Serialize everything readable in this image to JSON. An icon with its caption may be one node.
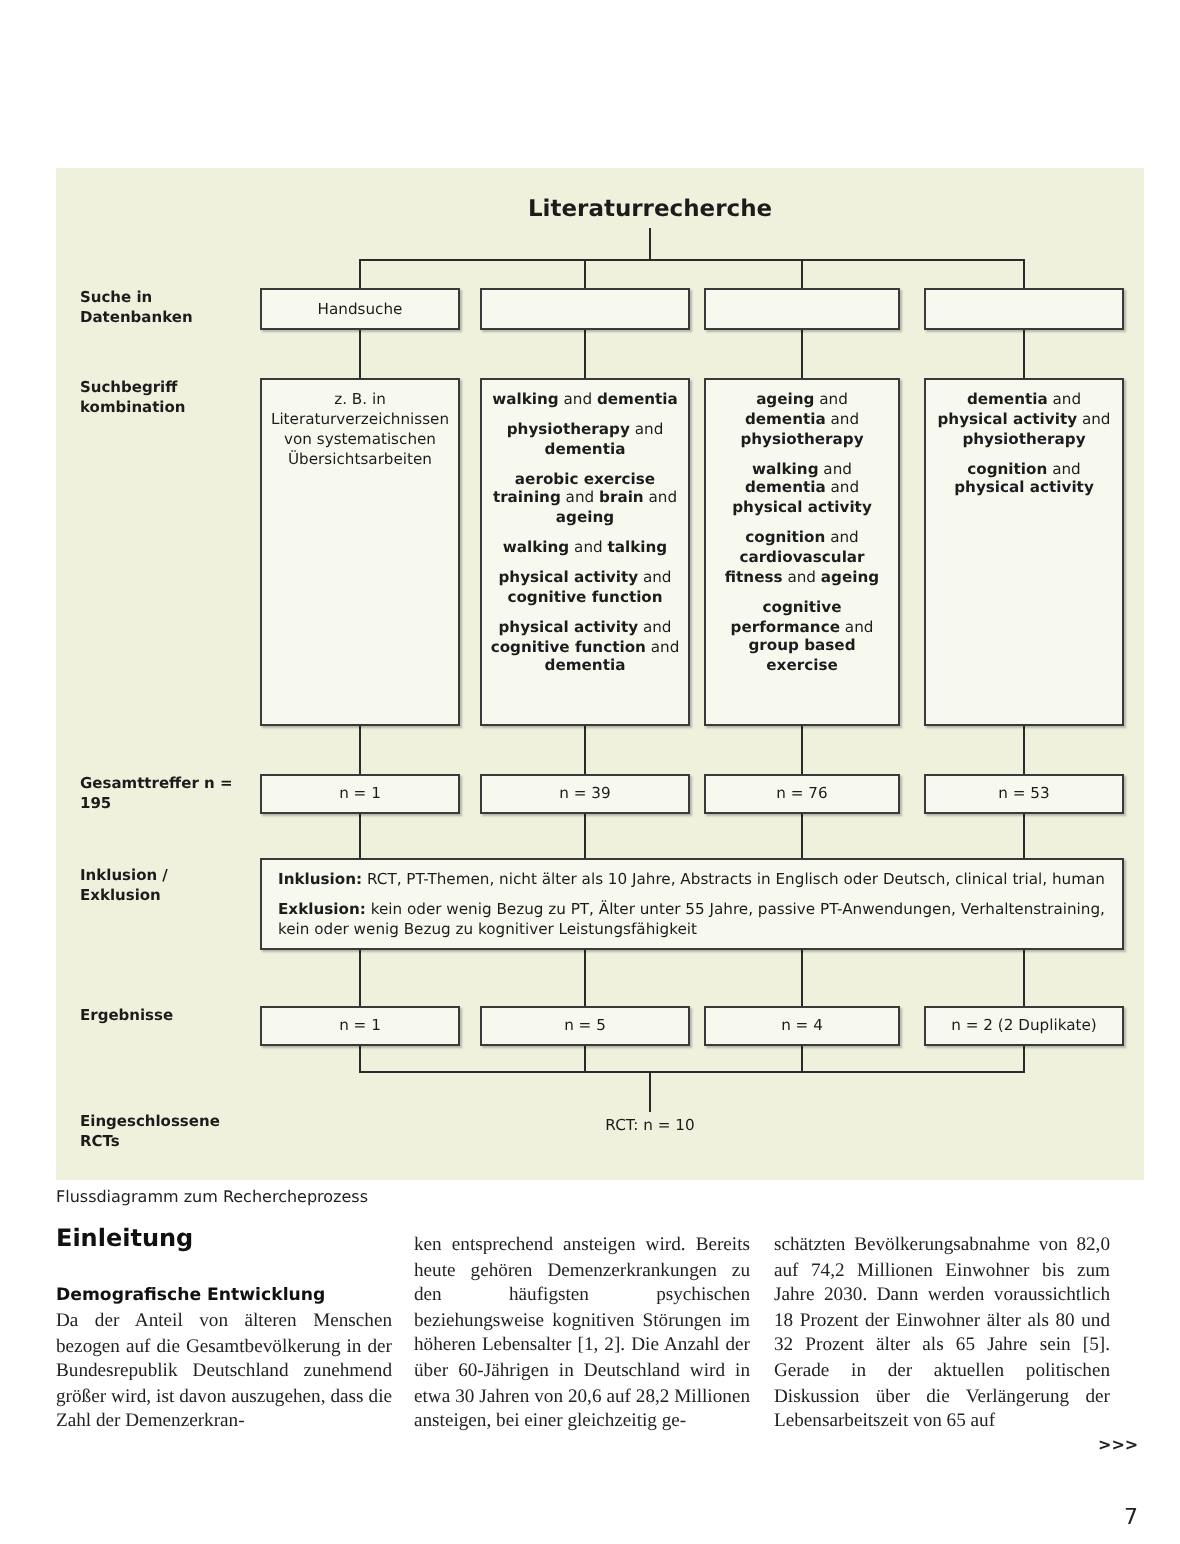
{
  "diagram": {
    "caption": "Flussdiagramm zum Rechercheprozess",
    "nodes": [
      {
        "text": [
          "Literaturrecherche"
        ]
      },
      {
        "text": [
          "Handsuche"
        ]
      },
      {
        "text": [],
        "shape": "box"
      },
      {
        "text": [],
        "shape": "box"
      },
      {
        "text": [],
        "shape": "box"
      },
      {
        "text": [
          "z. B. in Literaturverzeichnissen von systematischen Übersichtsarbeiten"
        ]
      },
      {
        "text": [
          "**walking** and **dementia**",
          "**physiotherapy** and **dementia**",
          "**aerobic exercise training** and **brain** and **ageing**",
          "**walking** and **talking**",
          "**physical activity** and **cognitive function**",
          "**physical activity** and **cognitive function** and **dementia**"
        ]
      },
      {
        "text": [
          "**ageing** and **dementia** and **physiotherapy**",
          "**walking** and **dementia** and **physical activity**",
          "**cognition** and **cardiovascular fitness** and **ageing**",
          "**cognitive performance** and **group based exercise**"
        ]
      },
      {
        "text": [
          "**dementia** and **physical activity** and **physiotherapy**",
          "**cognition** and **physical activity**"
        ]
      },
      {
        "text": [
          "n = 1"
        ]
      },
      {
        "text": [
          "n = 39"
        ]
      },
      {
        "text": [
          "n = 76"
        ]
      },
      {
        "text": [
          "n = 53"
        ]
      },
      {
        "text": [
          "**Inklusion:** RCT, PT-Themen, nicht älter als 10 Jahre, Abstracts in Englisch oder Deutsch, clinical trial, human",
          "**Exklusion:** kein oder wenig Bezug zu PT, Älter unter 55 Jahre, passive PT-Anwendungen, Verhaltenstraining, kein oder wenig Bezug zu kognitiver Leistungsfähigkeit"
        ]
      },
      {
        "text": [
          "n = 1"
        ]
      },
      {
        "text": [
          "n = 5"
        ]
      },
      {
        "text": [
          "n = 4"
        ]
      },
      {
        "text": [
          "n = 2 (2 Duplikate)"
        ]
      },
      {
        "text": [
          "RCT: n = 10"
        ]
      }
    ],
    "edges": [
      {
        "from": 0,
        "to": 1,
        "arrow": "none"
      },
      {
        "from": 0,
        "to": 2,
        "arrow": "none"
      },
      {
        "from": 0,
        "to": 3,
        "arrow": "none"
      },
      {
        "from": 0,
        "to": 4,
        "arrow": "none"
      },
      {
        "from": 1,
        "to": 5,
        "arrow": "none"
      },
      {
        "from": 2,
        "to": 6,
        "arrow": "none"
      },
      {
        "from": 3,
        "to": 7,
        "arrow": "none"
      },
      {
        "from": 4,
        "to": 8,
        "arrow": "none"
      },
      {
        "from": 5,
        "to": 9,
        "arrow": "none"
      },
      {
        "from": 6,
        "to": 10,
        "arrow": "none"
      },
      {
        "from": 7,
        "to": 11,
        "arrow": "none"
      },
      {
        "from": 8,
        "to": 12,
        "arrow": "none"
      },
      {
        "from": 9,
        "to": 13,
        "arrow": "none"
      },
      {
        "from": 10,
        "to": 13,
        "arrow": "none"
      },
      {
        "from": 11,
        "to": 13,
        "arrow": "none"
      },
      {
        "from": 12,
        "to": 13,
        "arrow": "none"
      },
      {
        "from": 13,
        "to": 14,
        "arrow": "none"
      },
      {
        "from": 13,
        "to": 15,
        "arrow": "none"
      },
      {
        "from": 13,
        "to": 16,
        "arrow": "none"
      },
      {
        "from": 13,
        "to": 17,
        "arrow": "none"
      },
      {
        "from": 14,
        "to": 18,
        "arrow": "none"
      },
      {
        "from": 15,
        "to": 18,
        "arrow": "none"
      },
      {
        "from": 16,
        "to": 18,
        "arrow": "none"
      },
      {
        "from": 17,
        "to": 18,
        "arrow": "none"
      }
    ],
    "labels": [
      "Suche in Datenbanken",
      "Suchbegriff kombination",
      "Gesamttreffer n = 195",
      "Inklusion / Exklusion",
      "Ergebnisse",
      "Eingeschlossene RCTs",
      "Einleitung",
      "Demografische Entwicklung",
      "Da der Anteil von älteren Menschen bezogen auf die Gesamtbevölkerung in der Bundesrepublik Deutschland zunehmend größer wird, ist davon auszugehen, dass die Zahl der Demenzerkran-",
      "ken entsprechend ansteigen wird. Bereits heute gehören Demenzerkrankungen zu den häufigsten psychischen beziehungsweise kognitiven Störungen im höheren Lebensalter [1, 2]. Die Anzahl der über 60-Jährigen in Deutschland wird in etwa 30 Jahren von 20,6 auf 28,2 Millionen ansteigen, bei einer gleichzeitig ge-",
      "schätzten Bevölkerungsabnahme von 82,0 auf 74,2 Millionen Einwohner bis zum Jahre 2030. Dann werden voraussichtlich 18 Prozent der Einwohner älter als 80 und 32 Prozent älter als 65 Jahre sein [5]. Gerade in der aktuellen politischen Diskussion über die Verlängerung der Lebensarbeitszeit von 65 auf",
      ">>>",
      "7"
    ]
  }
}
